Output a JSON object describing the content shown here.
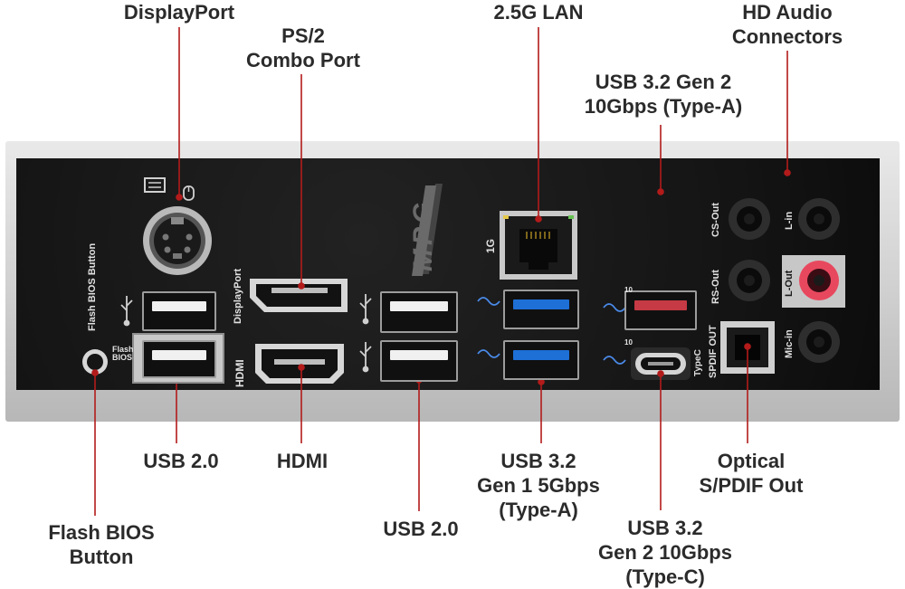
{
  "labels": {
    "displayport": "DisplayPort",
    "ps2": "PS/2\nCombo Port",
    "lan": "2.5G LAN",
    "audio": "HD Audio\nConnectors",
    "usb32gen2a": "USB 3.2 Gen 2\n10Gbps (Type-A)",
    "usb20_left": "USB 2.0",
    "hdmi": "HDMI",
    "usb32gen1": "USB 3.2\nGen 1 5Gbps\n(Type-A)",
    "optical": "Optical\nS/PDIF Out",
    "flashbios": "Flash BIOS\nButton",
    "usb20_mid": "USB 2.0",
    "usb32gen2c": "USB 3.2\nGen 2 10Gbps\n(Type-C)"
  },
  "panel_text": {
    "flash_bios_button": "Flash BIOS Button",
    "flash_bios_small": "Flash\nBIOS",
    "displayport": "DisplayPort",
    "hdmi": "HDMI",
    "lan_1g": "1G",
    "typec": "TypeC",
    "spdif_out": "SPDIF OUT",
    "cs_out": "CS-Out",
    "rs_out": "RS-Out",
    "l_in": "L-in",
    "l_out": "L-Out",
    "mic_in": "Mic-in",
    "brand": "MPG",
    "gen2_mark_1": "10",
    "gen2_mark_2": "10"
  },
  "colors": {
    "leader_line": "#b31b1b",
    "usb3_blue": "#1e6fd6",
    "usb_gen2_red": "#c53a44",
    "audio_lout_pink": "#e8485e"
  }
}
